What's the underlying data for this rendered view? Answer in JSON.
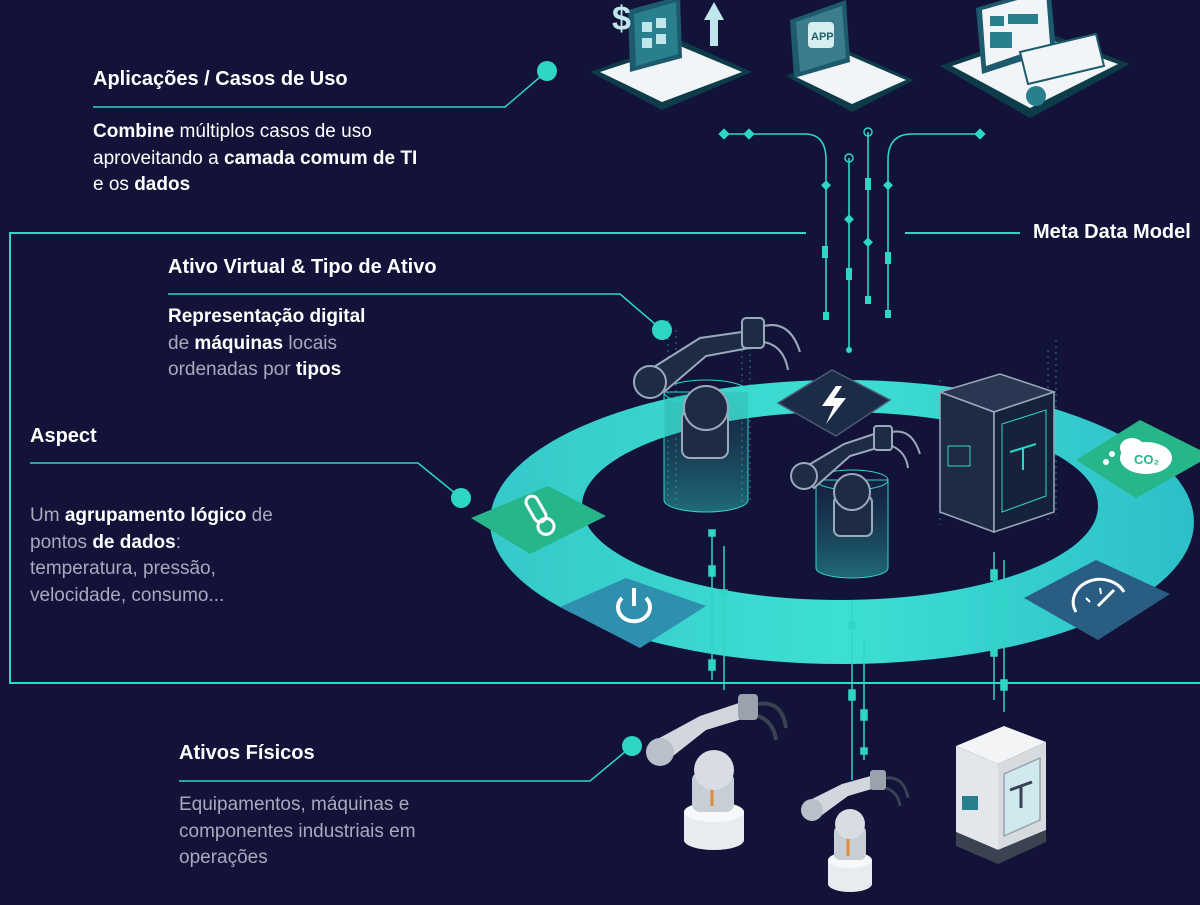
{
  "sections": {
    "applications": {
      "heading": "Aplicações / Casos de Uso",
      "desc": [
        [
          {
            "t": "Combine",
            "b": true
          },
          {
            "t": " múltiplos casos de uso"
          }
        ],
        [
          {
            "t": "aproveitando a "
          },
          {
            "t": "camada comum de TI",
            "b": true
          }
        ],
        [
          {
            "t": "e os "
          },
          {
            "t": "dados",
            "b": true
          }
        ]
      ]
    },
    "virtual_asset": {
      "heading": "Ativo Virtual & Tipo de Ativo",
      "desc": [
        [
          {
            "t": "Representação digital",
            "b": true
          }
        ],
        [
          {
            "t": "de "
          },
          {
            "t": "máquinas",
            "b": true
          },
          {
            "t": " locais"
          }
        ],
        [
          {
            "t": "ordenadas por "
          },
          {
            "t": "tipos",
            "b": true
          }
        ]
      ]
    },
    "aspect": {
      "heading": "Aspect",
      "desc": [
        [
          {
            "t": "Um "
          },
          {
            "t": "agrupamento lógico",
            "b": true
          },
          {
            "t": " de"
          }
        ],
        [
          {
            "t": "pontos "
          },
          {
            "t": "de dados",
            "b": true
          },
          {
            "t": ":"
          }
        ],
        [
          {
            "t": "temperatura, pressão,"
          }
        ],
        [
          {
            "t": "velocidade, consumo..."
          }
        ]
      ]
    },
    "physical_assets": {
      "heading": "Ativos Físicos",
      "desc": [
        [
          {
            "t": "Equipamentos, máquinas e"
          }
        ],
        [
          {
            "t": "componentes industriais em"
          }
        ],
        [
          {
            "t": "operações"
          }
        ]
      ]
    },
    "meta_data_model": {
      "heading": "Meta Data Model"
    }
  },
  "ring_tiles": [
    {
      "icon": "thermometer-icon"
    },
    {
      "icon": "power-icon"
    },
    {
      "icon": "lightning-icon"
    },
    {
      "icon": "co2-icon",
      "label": "CO₂"
    },
    {
      "icon": "gauge-icon"
    }
  ],
  "colors": {
    "background": "#13133a",
    "accent": "#2fd6c4",
    "ring": "#39d3cc",
    "tile_green": "#27b58a",
    "tile_dark": "#1e4e6e",
    "muted_text": "#a7a9bd"
  }
}
